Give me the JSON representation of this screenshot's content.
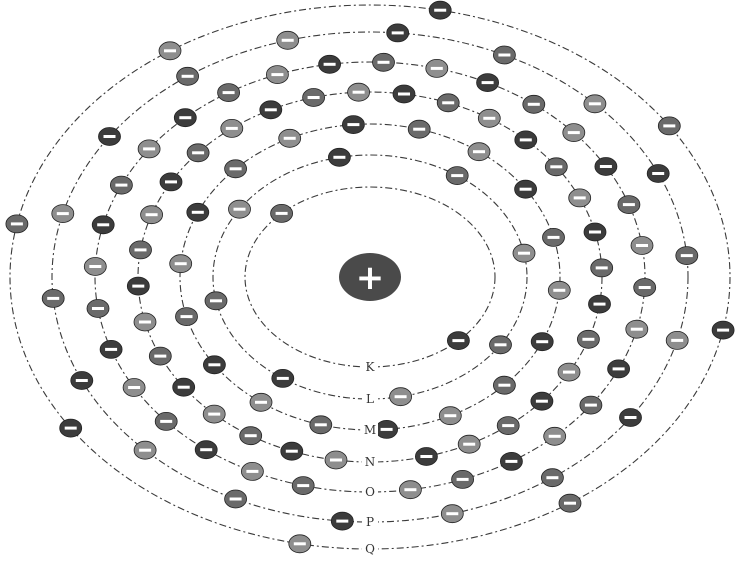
{
  "nucleus": {
    "symbol": "+",
    "color": "#4a4a4a"
  },
  "electron_symbol": "−",
  "electron_colors": [
    "#3c3c3c",
    "#6a6a6a",
    "#8e8e8e"
  ],
  "shells": [
    {
      "label": "K",
      "electrons": 2
    },
    {
      "label": "L",
      "electrons": 8
    },
    {
      "label": "M",
      "electrons": 18
    },
    {
      "label": "N",
      "electrons": 32
    },
    {
      "label": "O",
      "electrons": 32
    },
    {
      "label": "P",
      "electrons": 18
    },
    {
      "label": "Q",
      "electrons": 8
    }
  ]
}
